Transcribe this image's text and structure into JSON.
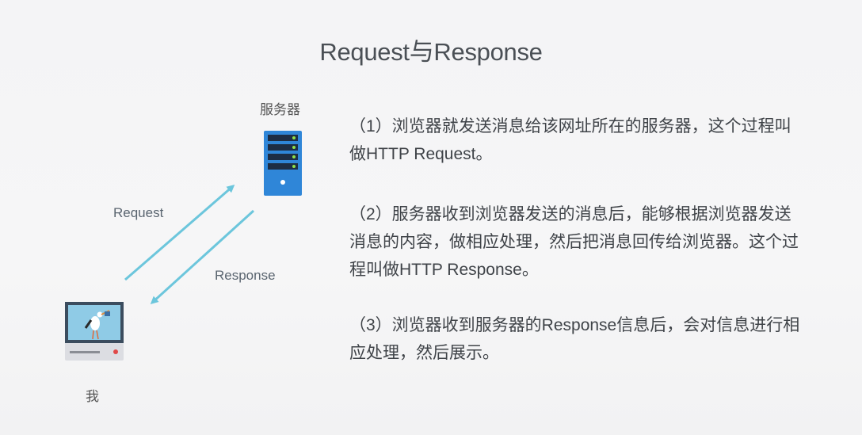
{
  "slide": {
    "title": "Request与Response"
  },
  "diagram": {
    "server_label": "服务器",
    "client_label": "我",
    "request_label": "Request",
    "response_label": "Response",
    "arrow_color": "#6cc6dc",
    "server_color": "#2f86d8",
    "server_icon": "server-icon",
    "client_icon": "computer-icon"
  },
  "steps": [
    {
      "text": "（1）浏览器就发送消息给该网址所在的服务器，这个过程叫做HTTP Request。"
    },
    {
      "text": "（2）服务器收到浏览器发送的消息后，能够根据浏览器发送消息的内容，做相应处理，然后把消息回传给浏览器。这个过程叫做HTTP Response。"
    },
    {
      "text": "（3）浏览器收到服务器的Response信息后，会对信息进行相应处理，然后展示。"
    }
  ]
}
